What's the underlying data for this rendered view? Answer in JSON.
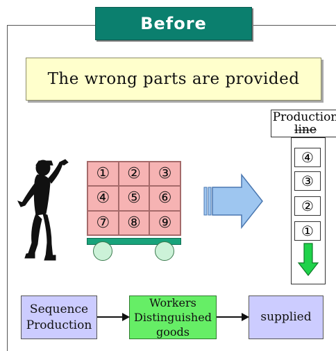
{
  "header": {
    "title": "Before"
  },
  "banner": {
    "text": "The wrong parts are provided"
  },
  "pallet": {
    "cells": [
      "①",
      "②",
      "③",
      "④",
      "⑤",
      "⑥",
      "⑦",
      "⑧",
      "⑨"
    ]
  },
  "production_line": {
    "label_line1": "Production",
    "label_line2": "line",
    "slots": [
      "④",
      "③",
      "②",
      "①"
    ]
  },
  "flow": {
    "sequence_production_line1": "Sequence",
    "sequence_production_line2": "Production",
    "workers_line1": "Workers",
    "workers_line2": "Distinguished",
    "workers_line3": "goods",
    "supplied": "supplied"
  },
  "colors": {
    "header_bg": "#0b7f6e",
    "banner_bg": "#ffffcc",
    "pallet_bg": "#f6b3b3",
    "cart_base": "#19a37b",
    "blue_arrow": "#9ec6f0",
    "green_arrow": "#1fd24a",
    "flow_box_blue": "#ccccff",
    "flow_box_green": "#66ee66"
  }
}
